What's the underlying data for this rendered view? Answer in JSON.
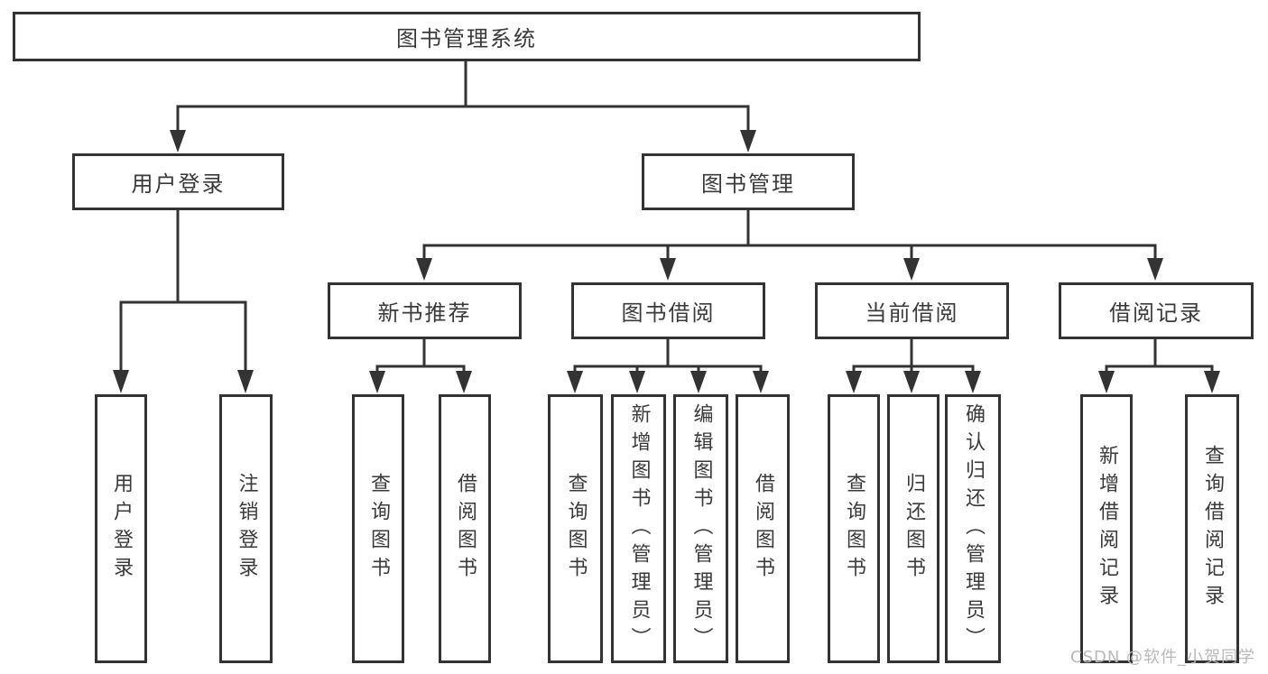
{
  "colors": {
    "line": "#333333",
    "box_border": "#333333",
    "text": "#3a3a3a",
    "watermark": "#b9b9b9",
    "background": "#ffffff"
  },
  "watermark": {
    "text": "CSDN @软件_小贺同学"
  },
  "tree": {
    "label": "图书管理系统",
    "children": [
      {
        "label": "用户登录",
        "children": [
          {
            "label": "用户登录"
          },
          {
            "label": "注销登录"
          }
        ]
      },
      {
        "label": "图书管理",
        "children": [
          {
            "label": "新书推荐",
            "children": [
              {
                "label": "查询图书"
              },
              {
                "label": "借阅图书"
              }
            ]
          },
          {
            "label": "图书借阅",
            "children": [
              {
                "label": "查询图书"
              },
              {
                "label": "新增图书（管理员）"
              },
              {
                "label": "编辑图书（管理员）"
              },
              {
                "label": "借阅图书"
              }
            ]
          },
          {
            "label": "当前借阅",
            "children": [
              {
                "label": "查询图书"
              },
              {
                "label": "归还图书"
              },
              {
                "label": "确认归还（管理员）"
              }
            ]
          },
          {
            "label": "借阅记录",
            "children": [
              {
                "label": "新增借阅记录"
              },
              {
                "label": "查询借阅记录"
              }
            ]
          }
        ]
      }
    ]
  }
}
